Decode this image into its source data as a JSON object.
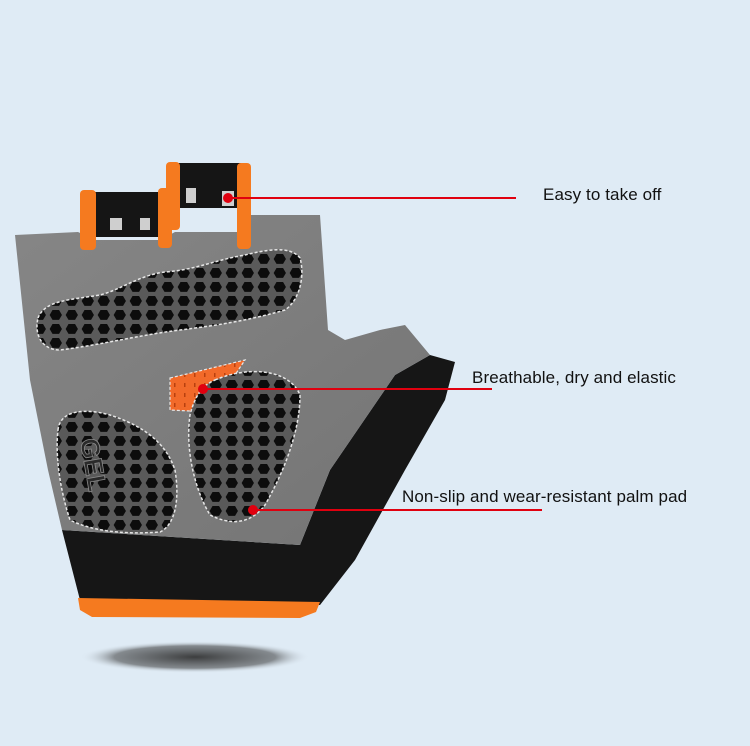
{
  "image": {
    "subject": "cycling half-finger glove, palm side",
    "background_color": "#dfebf5"
  },
  "callouts": [
    {
      "id": "pull-tabs",
      "label": "Easy to take off",
      "line_color": "#e0000f"
    },
    {
      "id": "mesh-insert",
      "label": "Breathable, dry and elastic",
      "line_color": "#e0000f"
    },
    {
      "id": "palm-pad",
      "label": "Non-slip and wear-resistant palm pad",
      "line_color": "#e0000f"
    }
  ],
  "glove": {
    "pad_text": "GEL",
    "colors": {
      "palm": "#7d7d7d",
      "pad": "#1a1a1a",
      "trim": "#f57a1f",
      "cuff": "#161616",
      "mesh": "#f26a2a"
    }
  }
}
